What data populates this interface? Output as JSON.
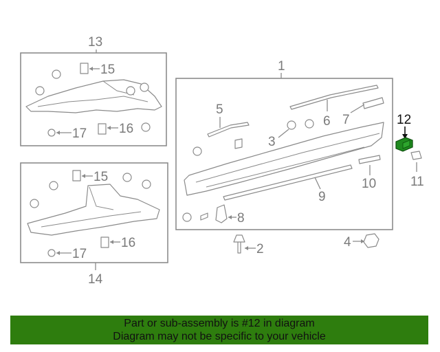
{
  "callouts": {
    "c1": "1",
    "c2": "2",
    "c4": "4",
    "c5": "5",
    "c6": "6",
    "c7": "7",
    "c8": "8",
    "c9": "9",
    "c10": "10",
    "c11": "11",
    "c12": "12",
    "c13": "13",
    "c14": "14",
    "c15a": "15",
    "c15b": "15",
    "c16a": "16",
    "c16b": "16",
    "c17a": "17",
    "c17b": "17",
    "c3": "3"
  },
  "colors": {
    "highlight_part": "#1f8a1f",
    "banner_bg": "#2e7d0e"
  },
  "banner": {
    "line1": "Part or sub-assembly is #12 in diagram",
    "line2": "Diagram may not be specific to your vehicle"
  }
}
